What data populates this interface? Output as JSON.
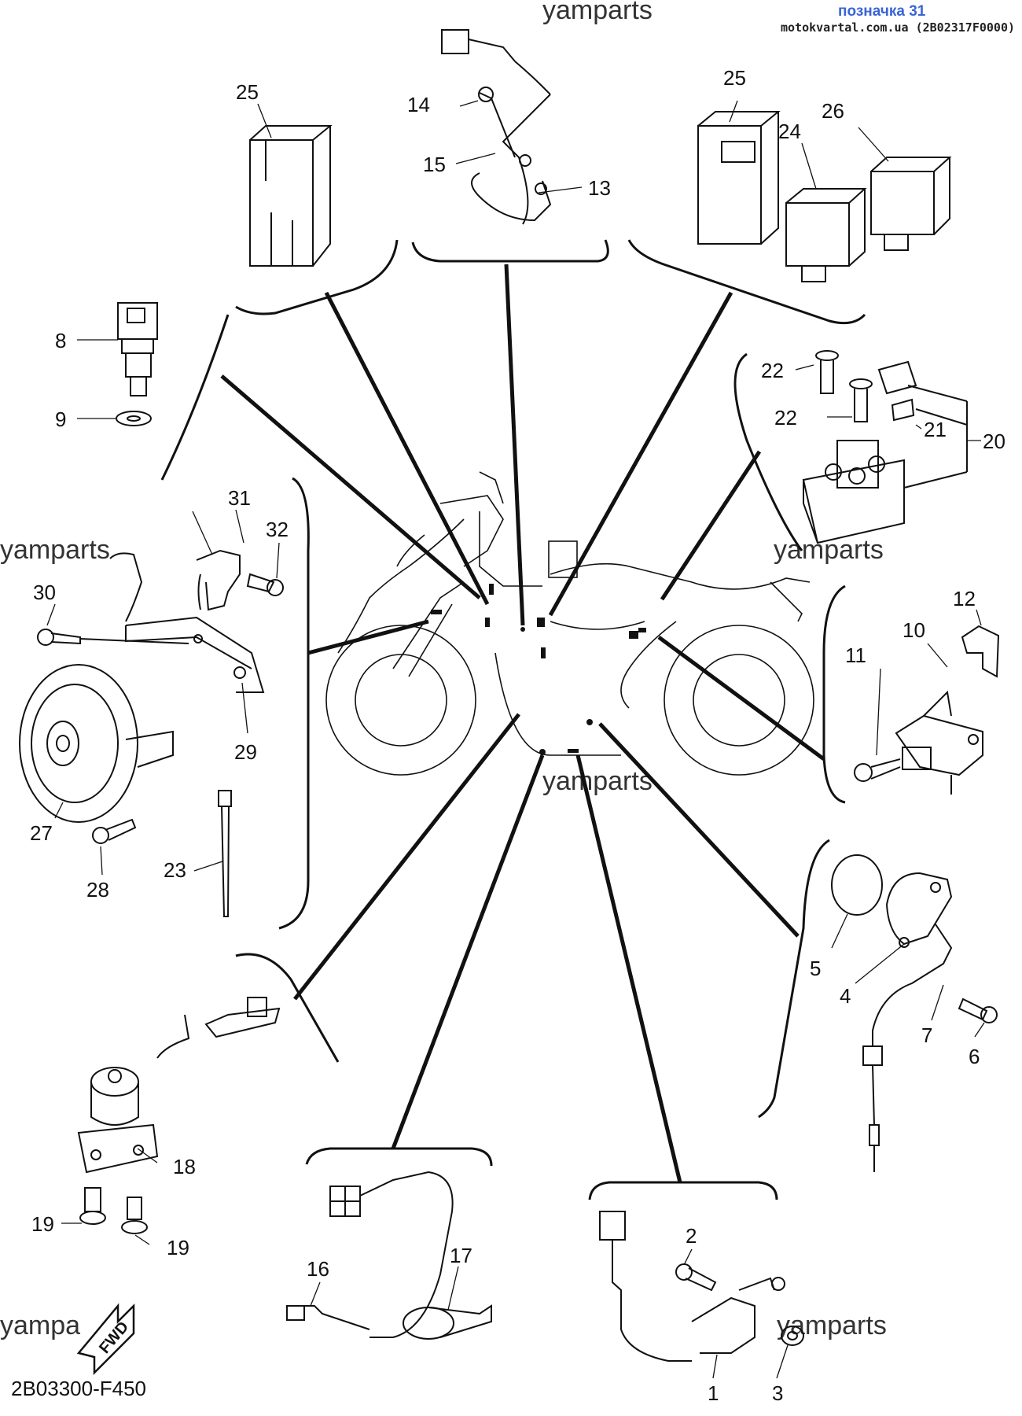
{
  "header": {
    "label": "позначка 31",
    "site": "motokvartal.com.ua (2B02317F0000)"
  },
  "watermark": "yamparts",
  "watermark_partial": "yampa",
  "diagram_code": "2B03300-F450",
  "fwd_label": "FWD",
  "callouts": {
    "n1": "1",
    "n2": "2",
    "n3": "3",
    "n4": "4",
    "n5": "5",
    "n6": "6",
    "n7": "7",
    "n8": "8",
    "n9": "9",
    "n10": "10",
    "n11": "11",
    "n12": "12",
    "n13": "13",
    "n14": "14",
    "n15": "15",
    "n16": "16",
    "n17": "17",
    "n18": "18",
    "n19": "19",
    "n20": "20",
    "n21": "21",
    "n22": "22",
    "n23": "23",
    "n24": "24",
    "n25": "25",
    "n26": "26",
    "n27": "27",
    "n28": "28",
    "n29": "29",
    "n30": "30",
    "n31": "31",
    "n32": "32"
  },
  "colors": {
    "line": "#111111",
    "header_label": "#3a64d8"
  }
}
